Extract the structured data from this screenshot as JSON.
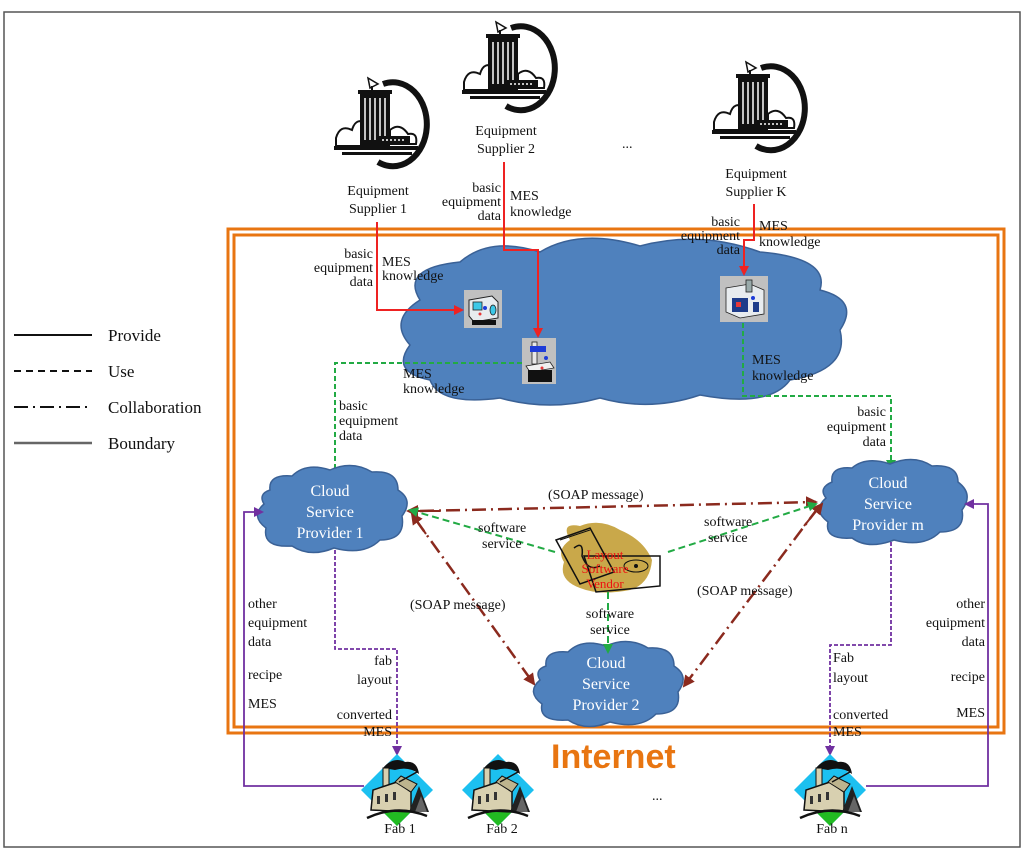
{
  "legend": {
    "items": [
      {
        "label": "Provide",
        "style": "solid"
      },
      {
        "label": "Use",
        "style": "dashed"
      },
      {
        "label": "Collaboration",
        "style": "dash-dot"
      },
      {
        "label": "Boundary",
        "style": "solid-gray"
      }
    ]
  },
  "suppliers": [
    {
      "line1": "Equipment",
      "line2": "Supplier 1"
    },
    {
      "line1": "Equipment",
      "line2": "Supplier 2"
    },
    {
      "line1": "Equipment",
      "line2": "Supplier K"
    }
  ],
  "ellipsis_top": "...",
  "ellipsis_bottom": "...",
  "flow_labels": {
    "basic": "basic",
    "equipment": "equipment",
    "data": "data",
    "mes": "MES",
    "knowledge": "knowledge",
    "soap": "(SOAP message)",
    "software": "software",
    "service": "service",
    "other": "other",
    "recipe": "recipe",
    "fab_lower": "fab",
    "fab_upper": "Fab",
    "layout": "layout",
    "converted": "converted"
  },
  "providers": [
    {
      "line1": "Cloud",
      "line2": "Service",
      "line3": "Provider 1"
    },
    {
      "line1": "Cloud",
      "line2": "Service",
      "line3": "Provider 2"
    },
    {
      "line1": "Cloud",
      "line2": "Service",
      "line3": "Provider m"
    }
  ],
  "vendor": {
    "line1": "Layout",
    "line2": "Software",
    "line3": "Vendor"
  },
  "internet_label": "Internet",
  "fabs": [
    {
      "label": "Fab 1"
    },
    {
      "label": "Fab 2"
    },
    {
      "label": "Fab n"
    }
  ],
  "colors": {
    "boundary": "#e87511",
    "cloud": "#4f81bd",
    "provide_red": "#ee2222",
    "use_green": "#22aa44",
    "collab": "#8b2a1e",
    "fab_purple": "#7030a0",
    "vendor_blob": "#c9a84a"
  }
}
